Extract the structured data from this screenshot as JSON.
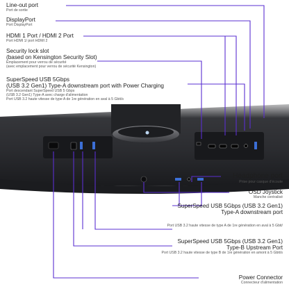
{
  "top_labels": [
    {
      "id": "line-out",
      "title": "Line-out port",
      "subs": [
        "Port de sortie"
      ]
    },
    {
      "id": "displayport",
      "title": "DisplayPort",
      "subs": [
        "Port DisplayPort"
      ]
    },
    {
      "id": "hdmi",
      "title": "HDMI 1 Port / HDMI 2 Port",
      "subs": [
        "Port HDMI 1/ port HDMI 2"
      ]
    },
    {
      "id": "security",
      "title": "Security lock slot",
      "title2": "(based on Kensington Security Slot)",
      "subs": [
        "Emplacement pour verrou de sécurité",
        "(avec emplacement pour verrou de sécurité Kensington)"
      ]
    },
    {
      "id": "usb-down-charge",
      "title": "SuperSpeed USB 5Gbps",
      "title2": "(USB 3.2 Gen1) Type-A downstream port with Power Charging",
      "subs": [
        "Port descendant SuperSpeed USB 5 Gbps",
        "(USB 3.2 Gen1) Type-A avec charge d'alimentation",
        "Port USB 3.2 haute vitesse de type A de 1re génération en aval à 5 Gbit/s"
      ]
    }
  ],
  "bottom_labels": [
    {
      "id": "headphone",
      "title": "Headphone port",
      "subs": [
        "Prise pour casque d'écoute"
      ]
    },
    {
      "id": "joystick",
      "title": "OSD Joystick",
      "subs": [
        "Manche centralisé"
      ]
    },
    {
      "id": "usb-down",
      "title": "SuperSpeed USB 5Gbps (USB 3.2 Gen1)",
      "title2": "Type-A downstream port",
      "subs": [
        "Port USB 3.2 haute vitesse de type A de 1re génération en aval à 5 Gbit/"
      ]
    },
    {
      "id": "usb-up",
      "title": "SuperSpeed USB 5Gbps (USB 3.2 Gen1)",
      "title2": "Type-B Upstream Port",
      "subs": [
        "Port USB 3.2 haute vitesse de type B de 1re génération en amont à 5 Gbit/s"
      ]
    },
    {
      "id": "power",
      "title": "Power Connector",
      "subs": [
        "Connecteur d'alimentation"
      ]
    }
  ],
  "colors": {
    "leader": "#5a2fd0",
    "housing": "#2a2b2e",
    "housing_dark": "#16171a",
    "background": "#ffffff"
  }
}
